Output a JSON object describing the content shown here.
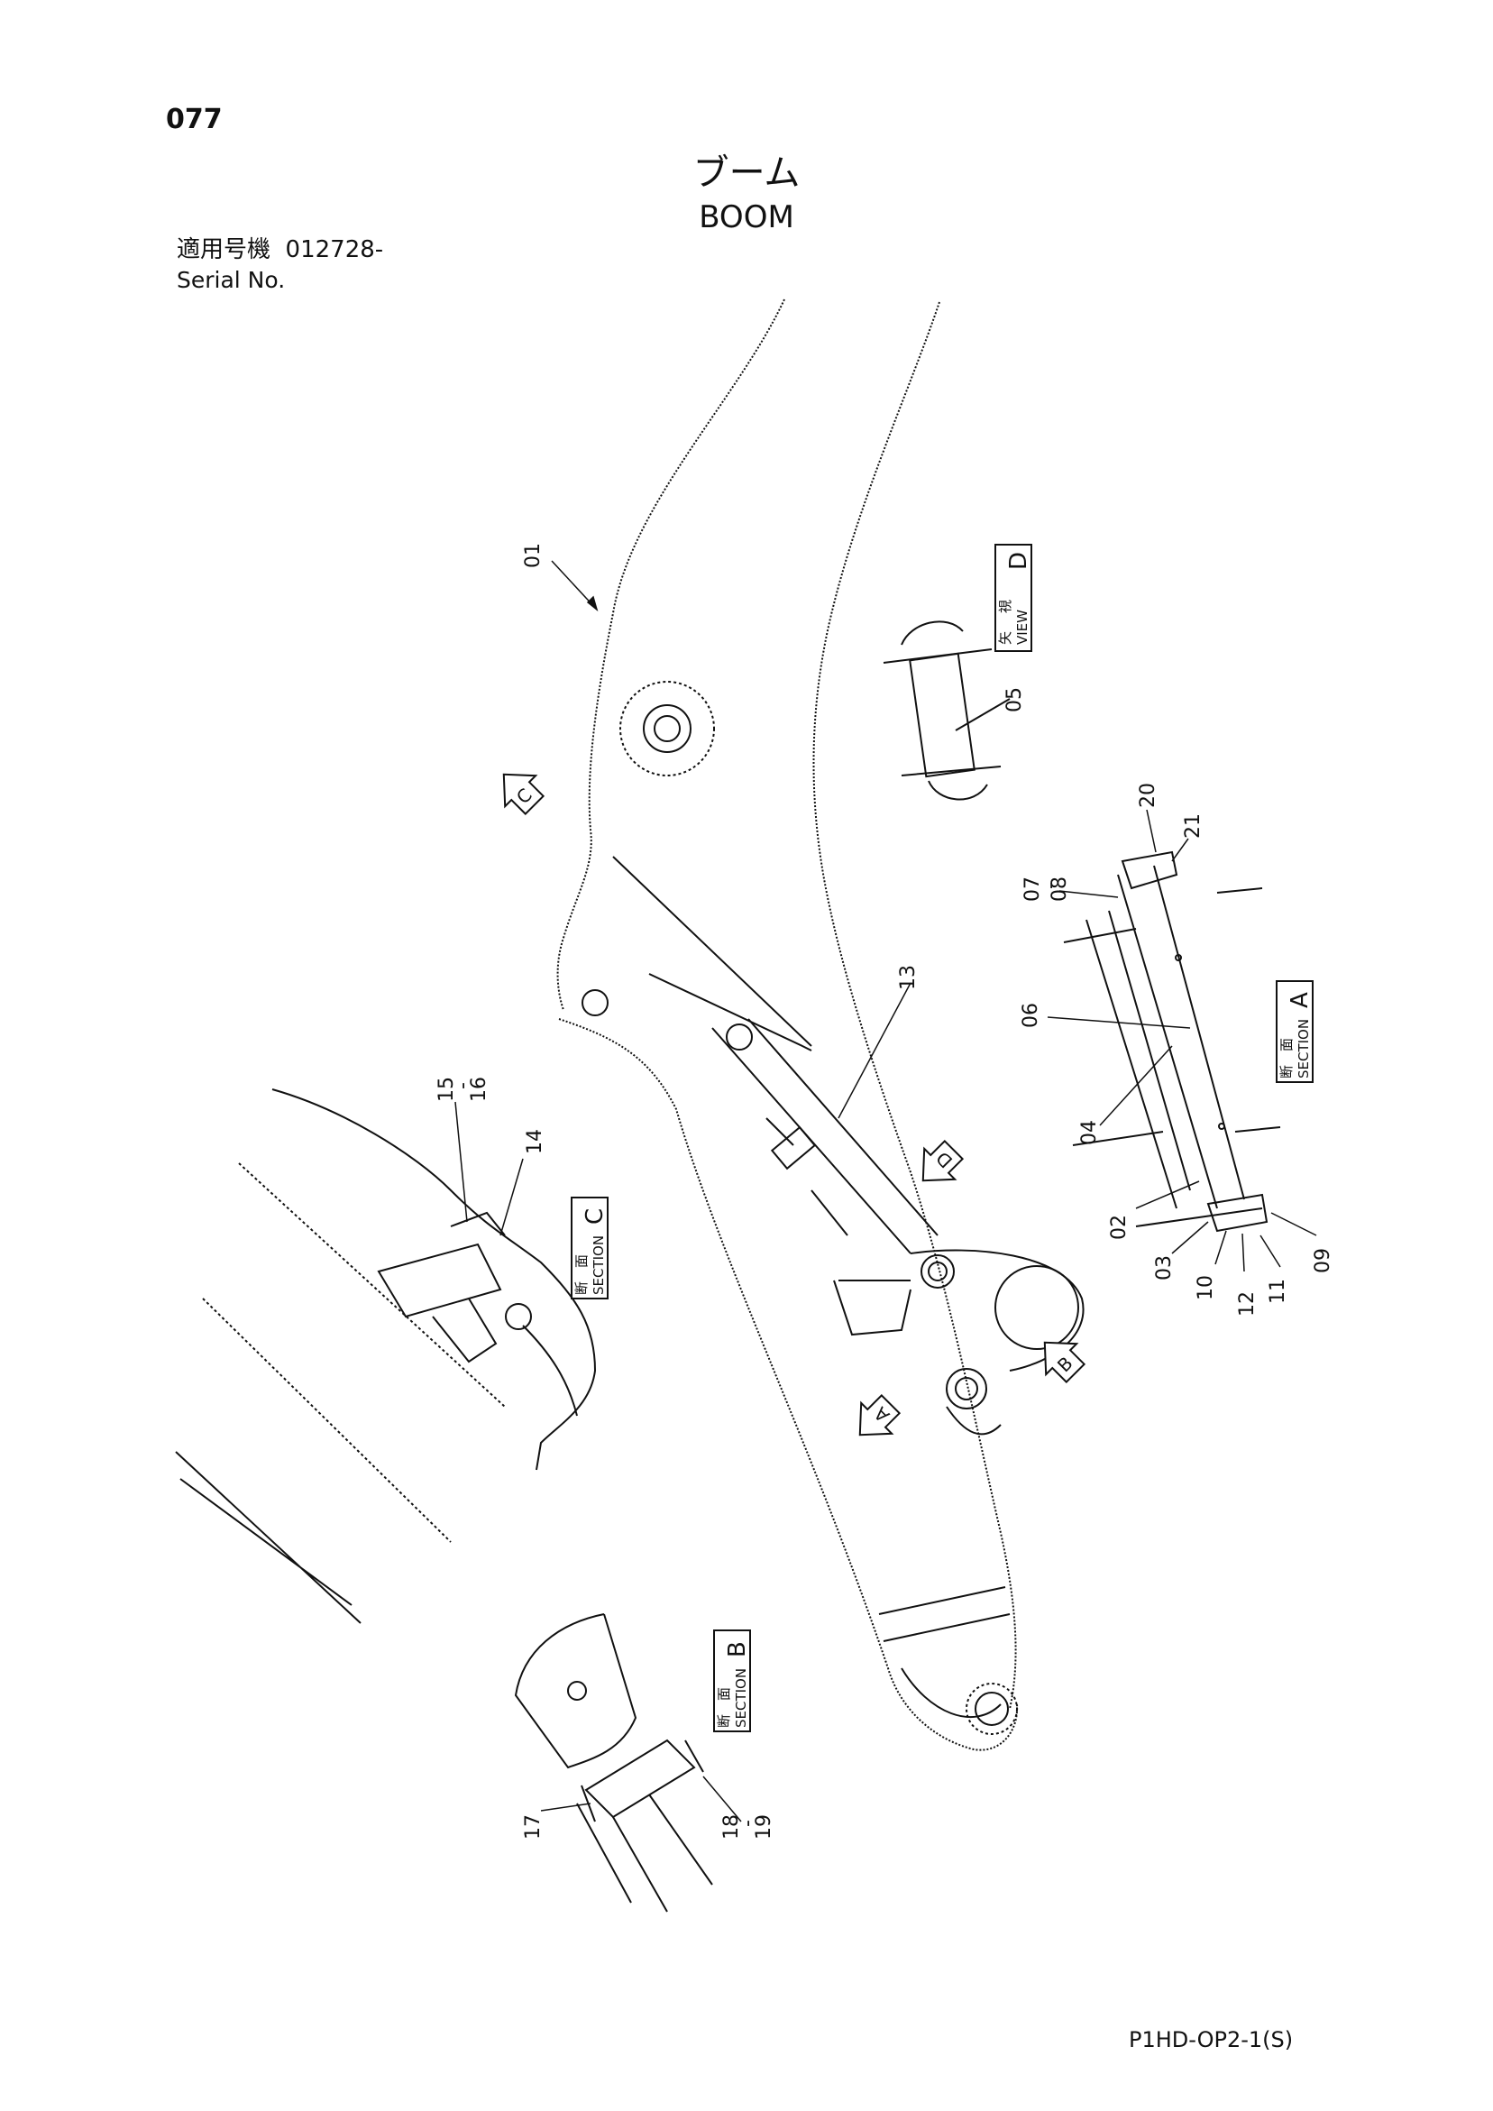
{
  "page_number": "077",
  "title_jp": "ブーム",
  "title_en": "BOOM",
  "serial_label_jp": "適用号機",
  "serial_value": "012728-",
  "serial_label_en": "Serial No.",
  "footer_code": "P1HD-OP2-1(S)",
  "part_labels": {
    "p01": "01",
    "p02": "02",
    "p03": "03",
    "p04": "04",
    "p05": "05",
    "p06": "06",
    "p07": "07",
    "p08": "08",
    "p09": "09",
    "p10": "10",
    "p11": "11",
    "p12": "12",
    "p13": "13",
    "p14": "14",
    "p15": "15",
    "p16": "16",
    "p17": "17",
    "p18": "18",
    "p19": "19",
    "p20": "20",
    "p21": "21",
    "range_mark": "-"
  },
  "view_markers": {
    "a": "A",
    "b": "B",
    "c": "C",
    "d": "D"
  },
  "section_boxes": {
    "section_kanji_1": "断",
    "section_kanji_2": "面",
    "section_word": "SECTION",
    "view_kanji_1": "矢",
    "view_kanji_2": "視",
    "view_word": "VIEW",
    "a_letter": "A",
    "b_letter": "B",
    "c_letter": "C",
    "d_letter": "D"
  }
}
